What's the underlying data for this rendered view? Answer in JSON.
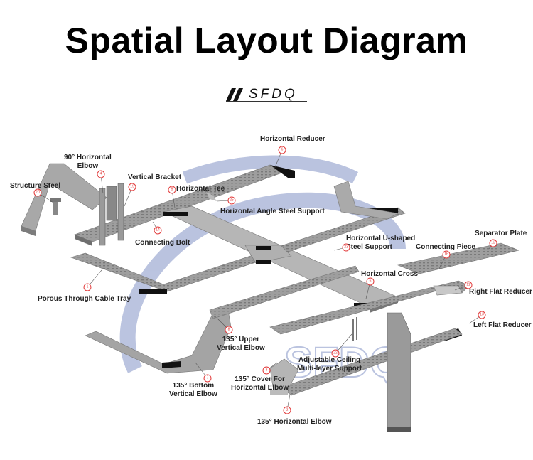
{
  "title": "Spatial Layout Diagram",
  "brand": "SFDQ",
  "watermark": "SFDQ",
  "colors": {
    "tray": "#9a9a9a",
    "tray_light": "#c2c2c2",
    "tray_dark": "#6e6e6e",
    "end_cap": "#111111",
    "callout": "#e23a3a",
    "watermark": "#3d55a6"
  },
  "labels": {
    "horizontal_reducer": "Horizontal Reducer",
    "horizontal_elbow_90": "90° Horizontal\nElbow",
    "vertical_bracket": "Vertical Bracket",
    "structure_steel": "Structure Steel",
    "horizontal_tee": "Horizontal Tee",
    "horizontal_angle_steel_support": "Horizontal Angle Steel Support",
    "connecting_bolt": "Connecting Bolt",
    "horizontal_u_shaped_steel_support": "Horizontal U-shaped\nSteel Support",
    "separator_plate": "Separator Plate",
    "connecting_piece": "Connecting Piece",
    "horizontal_cross": "Horizontal Cross",
    "porous_through_cable_tray": "Porous Through Cable Tray",
    "right_flat_reducer": "Right Flat Reducer",
    "left_flat_reducer": "Left Flat Reducer",
    "upper_vertical_elbow_135": "135° Upper\nVertical Elbow",
    "adjustable_ceiling_support": "Adjustable Ceiling\nMulti-layer Support",
    "cover_horizontal_elbow_135": "135° Cover For\nHorizontal Elbow",
    "bottom_vertical_elbow_135": "135° Bottom\nVertical Elbow",
    "horizontal_elbow_135": "135° Horizontal Elbow"
  },
  "callouts": [
    "6",
    "4",
    "19",
    "20",
    "5",
    "25",
    "14",
    "23",
    "16",
    "12",
    "6",
    "1",
    "11",
    "13",
    "8",
    "22",
    "3",
    "7",
    "2"
  ]
}
